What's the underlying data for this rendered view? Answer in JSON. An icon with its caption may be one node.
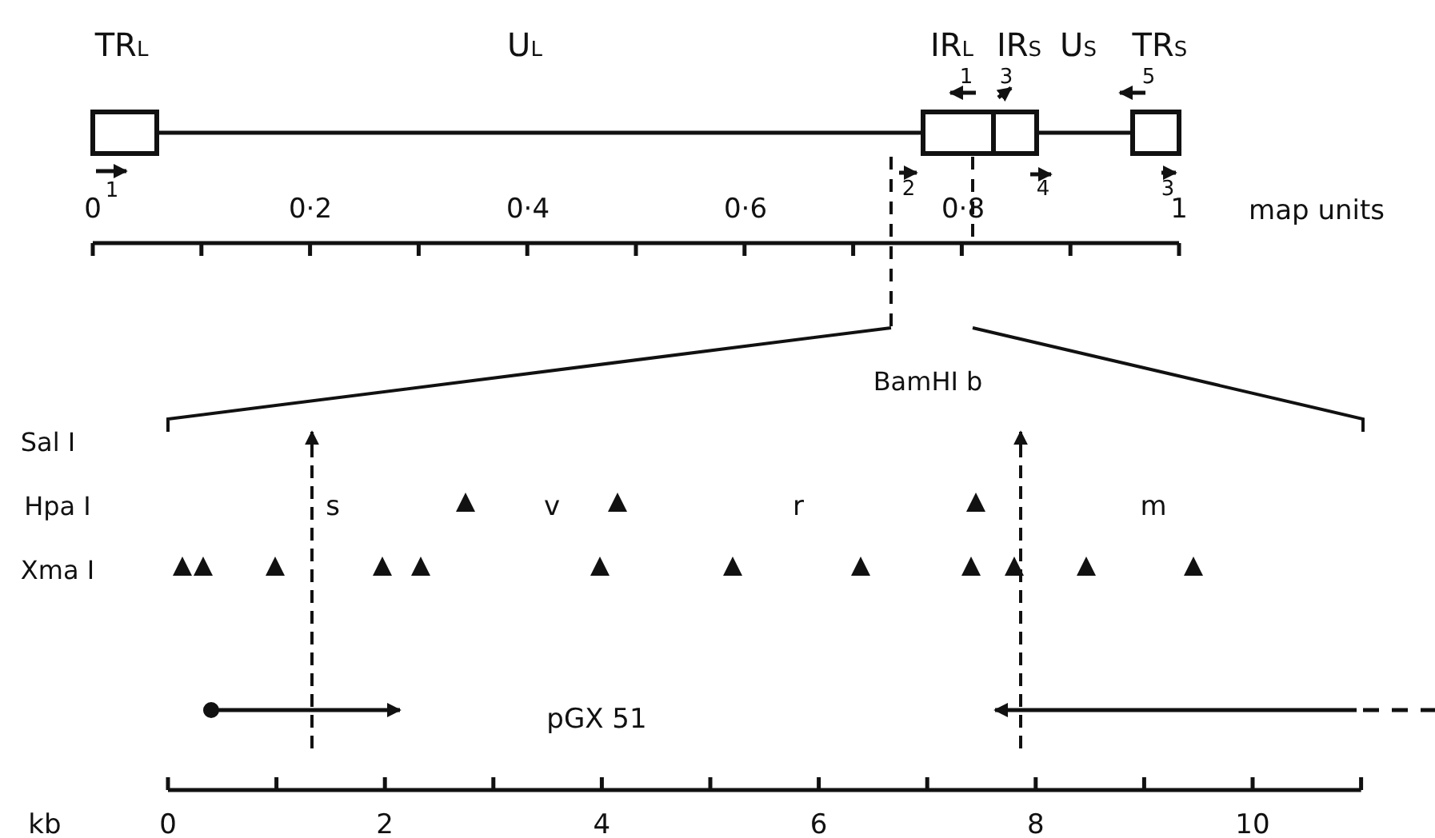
{
  "diagram": {
    "labels": [
      "TR$_{L}$",
      "U$_{L}$",
      "IR$_{L}$",
      "IR$_{S}$",
      "U$_{S}$",
      "TR$_{S}$",
      "1",
      "3",
      "5",
      "1",
      "2",
      "4",
      "3",
      "0",
      "0·2",
      "0·4",
      "0·6",
      "0·8",
      "1",
      "map units",
      "BamHI b",
      "Sal I",
      "Hpa I",
      "Xma I",
      "s",
      "v",
      "r",
      "m",
      "pGX 51",
      "kb",
      "0",
      "2",
      "4",
      "6",
      "8",
      "10"
    ]
  }
}
